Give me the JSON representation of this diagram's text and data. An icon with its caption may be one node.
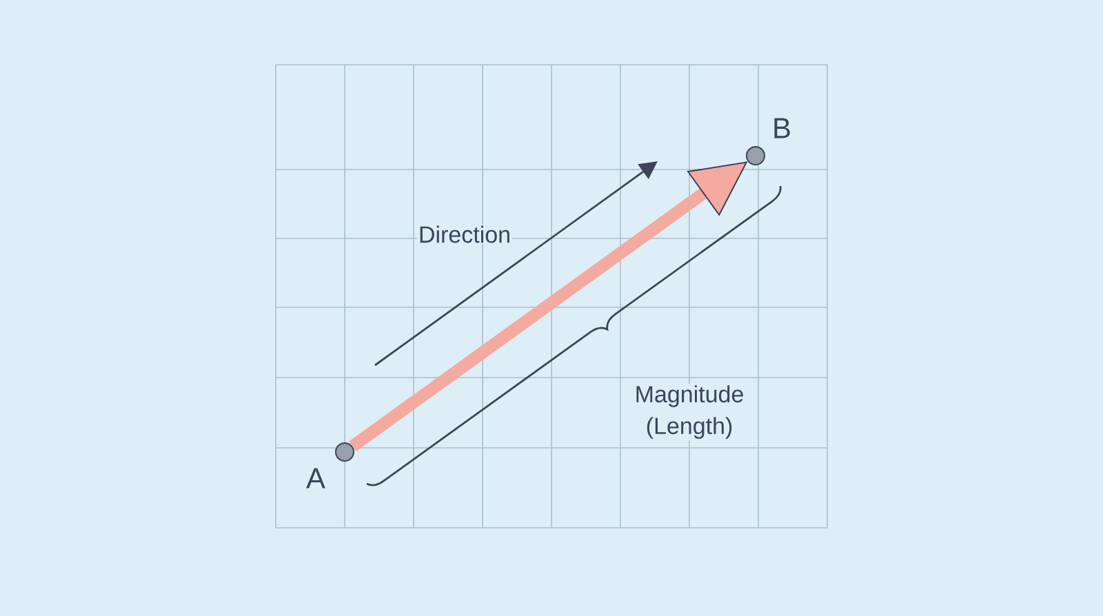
{
  "diagram": {
    "nodes": [
      {
        "text": [],
        "shape": "circle",
        "beside": [
          "A"
        ]
      },
      {
        "text": [],
        "shape": "circle",
        "beside": [
          "B"
        ]
      }
    ],
    "edges": [
      {
        "from": 0,
        "to": 1,
        "arrow": "to"
      }
    ],
    "labels": [
      "Direction",
      "Magnitude (Length)"
    ]
  }
}
